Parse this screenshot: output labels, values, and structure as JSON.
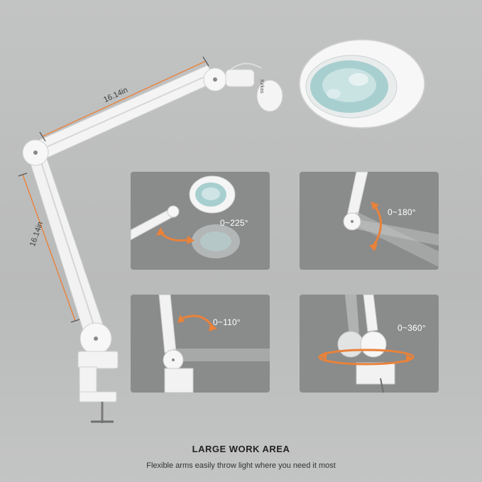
{
  "brand": "Kirkas",
  "dimensions": {
    "horizontal": "16.14in",
    "vertical": "16.14in"
  },
  "panels": [
    {
      "angle": "0~225°"
    },
    {
      "angle": "0~180°"
    },
    {
      "angle": "0~110°"
    },
    {
      "angle": "0~360°"
    }
  ],
  "caption": {
    "title": "LARGE WORK AREA",
    "subtitle": "Flexible arms easily throw light where you need it most"
  },
  "colors": {
    "accent": "#e9823a",
    "background": "#bcbdbd",
    "panel": "#8a8b8b"
  }
}
